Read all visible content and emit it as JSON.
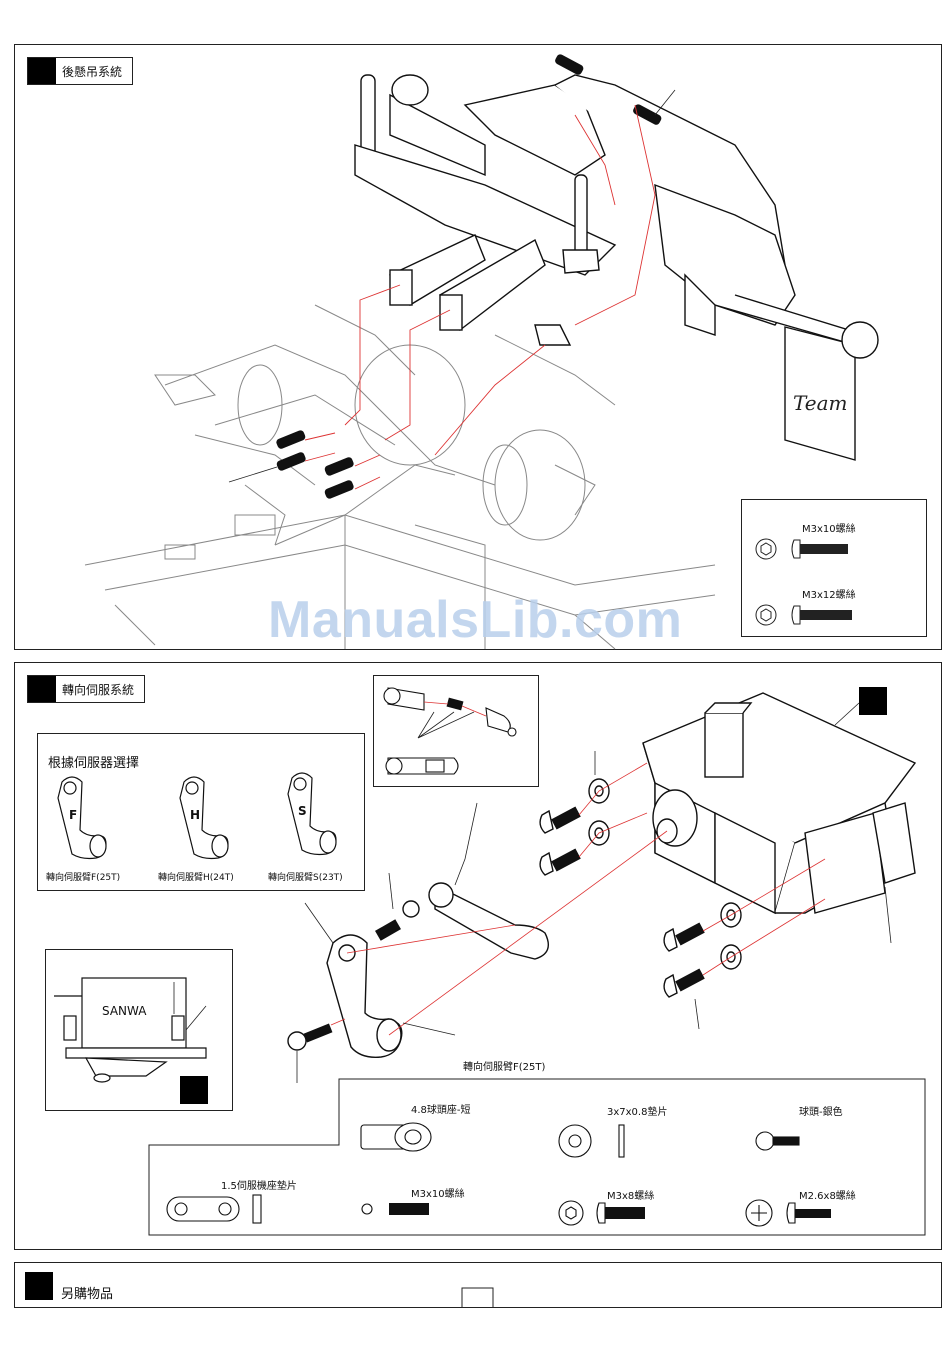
{
  "section1": {
    "title": "後懸吊系統",
    "parts": [
      {
        "label": "M3x10螺絲",
        "icon": "hex-socket-screw-icon"
      },
      {
        "label": "M3x12螺絲",
        "icon": "hex-socket-screw-icon"
      }
    ]
  },
  "watermark": "ManualsLib.com",
  "section2": {
    "title": "轉向伺服系統",
    "choose_title": "根據伺服器選擇",
    "arms": [
      {
        "letter": "F",
        "label": "轉向伺服臂F(25T)"
      },
      {
        "letter": "H",
        "label": "轉向伺服臂H(24T)"
      },
      {
        "letter": "S",
        "label": "轉向伺服臂S(23T)"
      }
    ],
    "servo_brand": "SANWA",
    "arm_caption": "轉向伺服臂F(25T)",
    "parts_top": [
      {
        "label": "4.8球頭座-短"
      },
      {
        "label": "3x7x0.8墊片"
      },
      {
        "label": "球頭-銀色"
      }
    ],
    "parts_bottom": [
      {
        "label": "1.5伺服機座墊片"
      },
      {
        "label": "M3x10螺絲"
      },
      {
        "label": "M3x8螺絲"
      },
      {
        "label": "M2.6x8螺絲"
      }
    ]
  },
  "section3": {
    "title": "另購物品"
  }
}
